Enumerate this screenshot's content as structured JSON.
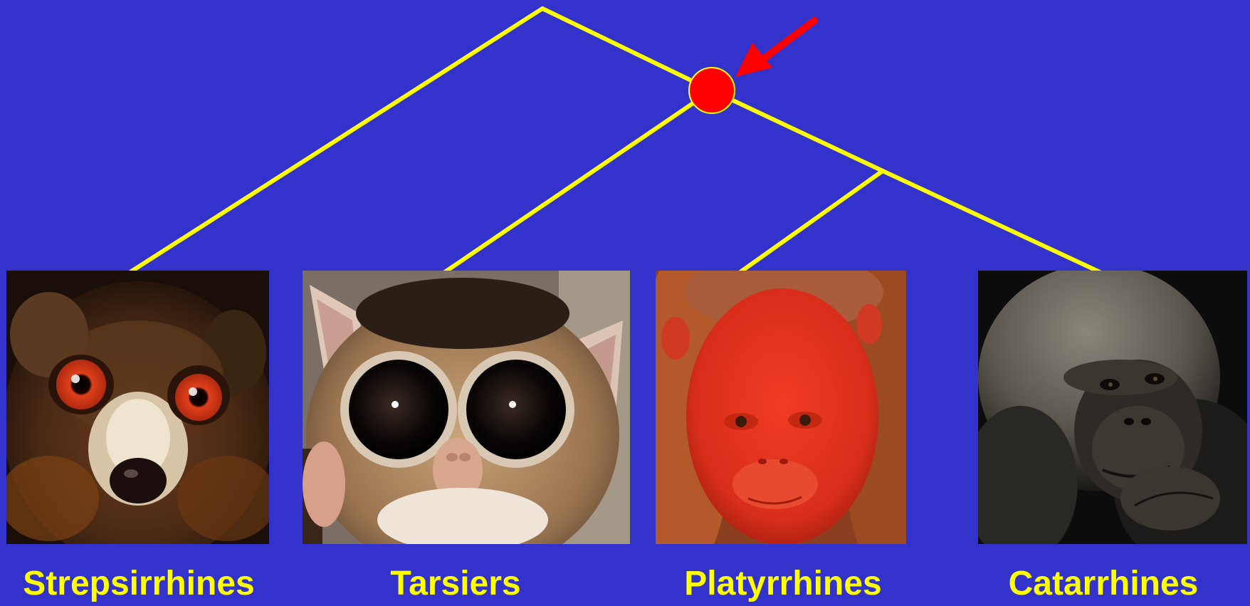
{
  "colors": {
    "background": "#3333cc",
    "branch": "#ffff00",
    "node_marker": "#ff0000",
    "arrow": "#ff0000",
    "label_text": "#ffff00"
  },
  "taxa": [
    {
      "label": "Strepsirrhines",
      "photo": "lemur face with large orange eyes"
    },
    {
      "label": "Tarsiers",
      "photo": "tarsier face with huge dark eyes"
    },
    {
      "label": "Platyrrhines",
      "photo": "red-faced uakari monkey"
    },
    {
      "label": "Catarrhines",
      "photo": "chimpanzee resting chin on hand"
    }
  ]
}
